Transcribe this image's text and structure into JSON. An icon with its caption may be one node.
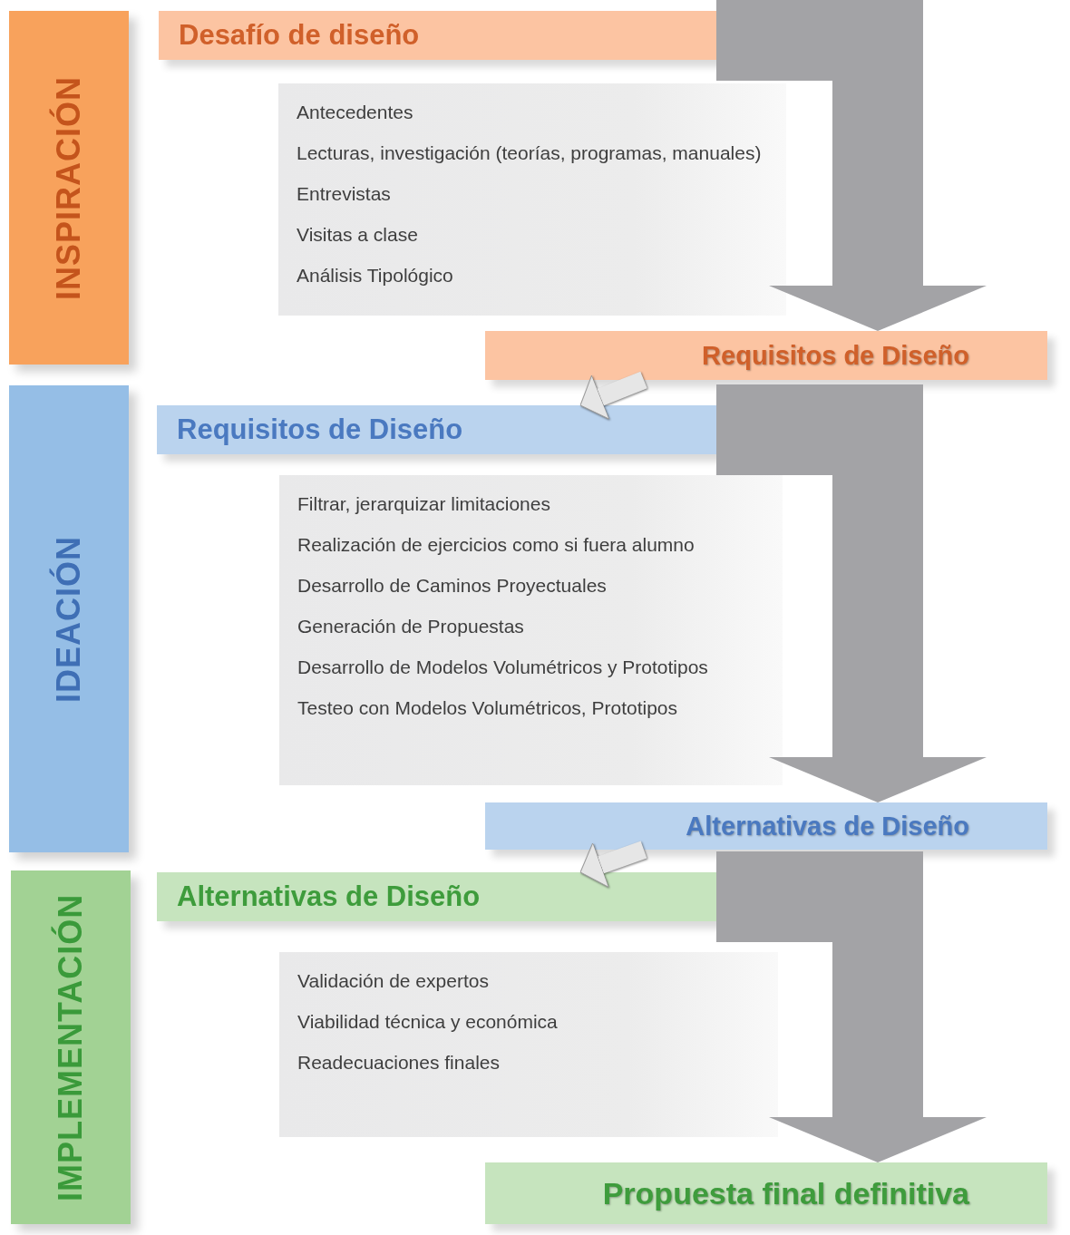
{
  "diagram": {
    "nodes": [
      {
        "text": [
          "INSPIRACIÓN"
        ]
      },
      {
        "text": [
          "Desafío de diseño"
        ]
      },
      {
        "text": [
          "Antecedentes",
          "Lecturas, investigación (teorías, programas, manuales)",
          "Entrevistas",
          "Visitas a clase",
          "Análisis Tipológico"
        ]
      },
      {
        "text": [
          "Requisitos de Diseño"
        ]
      },
      {
        "text": [
          "IDEACIÓN"
        ]
      },
      {
        "text": [
          "Requisitos de Diseño"
        ]
      },
      {
        "text": [
          "Filtrar, jerarquizar limitaciones",
          "Realización de ejercicios como si fuera alumno",
          "Desarrollo de Caminos Proyectuales",
          "Generación de Propuestas",
          "Desarrollo de Modelos Volumétricos y Prototipos",
          "Testeo con Modelos Volumétricos, Prototipos"
        ]
      },
      {
        "text": [
          "Alternativas de Diseño"
        ]
      },
      {
        "text": [
          "IMPLEMENTACIÓN"
        ]
      },
      {
        "text": [
          "Alternativas de Diseño"
        ]
      },
      {
        "text": [
          "Validación de expertos",
          "Viabilidad técnica y económica",
          "Readecuaciones finales"
        ]
      },
      {
        "text": [
          "Propuesta final definitiva"
        ]
      }
    ],
    "edges": [
      {
        "from": 1,
        "to": 3,
        "arrow": "to"
      },
      {
        "from": 3,
        "to": 5,
        "arrow": "to",
        "color": "#e6e6e6"
      },
      {
        "from": 5,
        "to": 7,
        "arrow": "to"
      },
      {
        "from": 7,
        "to": 9,
        "arrow": "to",
        "color": "#e6e6e6"
      },
      {
        "from": 9,
        "to": 11,
        "arrow": "to"
      }
    ]
  }
}
